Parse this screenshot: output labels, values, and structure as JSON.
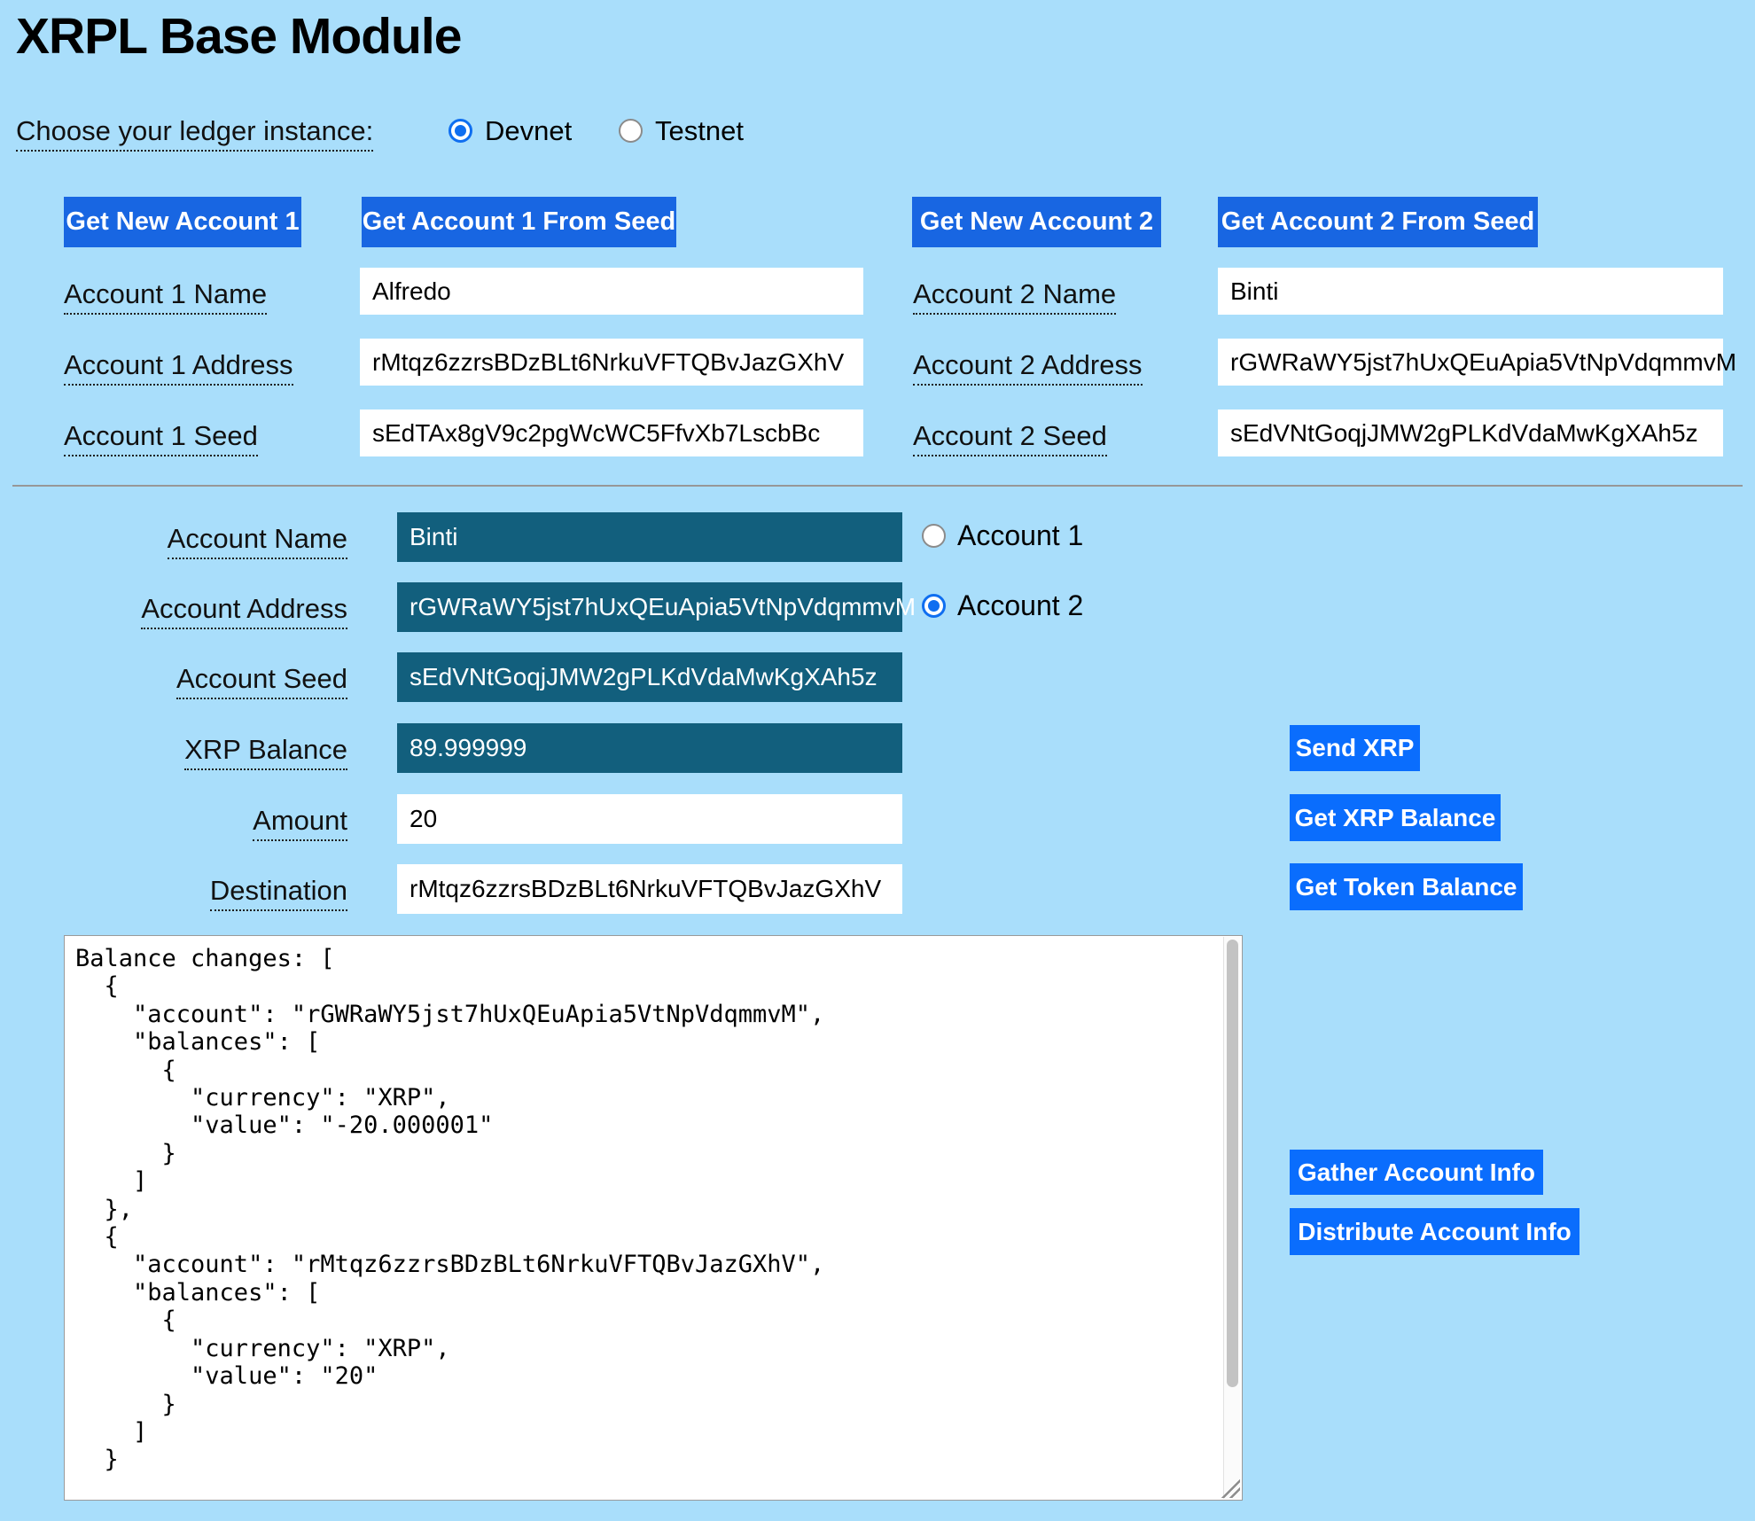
{
  "page": {
    "title": "XRPL Base Module"
  },
  "colors": {
    "background": "#a9defb",
    "button_blue_dark": "#1866e2",
    "button_blue_bright": "#0a6dfd",
    "field_teal": "#125f7d"
  },
  "ledger": {
    "label": "Choose your ledger instance:",
    "options": [
      {
        "label": "Devnet",
        "selected": true
      },
      {
        "label": "Testnet",
        "selected": false
      }
    ]
  },
  "account1": {
    "new_button": "Get New Account 1",
    "from_seed_button": "Get Account 1 From Seed",
    "name_label": "Account 1 Name",
    "name_value": "Alfredo",
    "address_label": "Account 1 Address",
    "address_value": "rMtqz6zzrsBDzBLt6NrkuVFTQBvJazGXhV",
    "seed_label": "Account 1 Seed",
    "seed_value": "sEdTAx8gV9c2pgWcWC5FfvXb7LscbBc"
  },
  "account2": {
    "new_button": "Get New Account 2",
    "from_seed_button": "Get Account 2 From Seed",
    "name_label": "Account 2 Name",
    "name_value": "Binti",
    "address_label": "Account 2 Address",
    "address_value": "rGWRaWY5jst7hUxQEuApia5VtNpVdqmmvM",
    "seed_label": "Account 2 Seed",
    "seed_value": "sEdVNtGoqjJMW2gPLKdVdaMwKgXAh5z"
  },
  "selected_account": {
    "rows": [
      {
        "label": "Account Name",
        "value": "Binti"
      },
      {
        "label": "Account Address",
        "value": "rGWRaWY5jst7hUxQEuApia5VtNpVdqmmvM"
      },
      {
        "label": "Account Seed",
        "value": "sEdVNtGoqjJMW2gPLKdVdaMwKgXAh5z"
      },
      {
        "label": "XRP Balance",
        "value": "89.999999"
      },
      {
        "label": "Amount",
        "value": "20"
      },
      {
        "label": "Destination",
        "value": "rMtqz6zzrsBDzBLt6NrkuVFTQBvJazGXhV"
      }
    ],
    "radios": [
      {
        "label": "Account 1",
        "selected": false
      },
      {
        "label": "Account 2",
        "selected": true
      }
    ]
  },
  "actions": {
    "send_xrp": "Send XRP",
    "get_xrp_balance": "Get XRP Balance",
    "get_token_balance": "Get Token Balance",
    "gather_info": "Gather Account Info",
    "distribute_info": "Distribute Account Info"
  },
  "results": {
    "content": "Balance changes: [\n  {\n    \"account\": \"rGWRaWY5jst7hUxQEuApia5VtNpVdqmmvM\",\n    \"balances\": [\n      {\n        \"currency\": \"XRP\",\n        \"value\": \"-20.000001\"\n      }\n    ]\n  },\n  {\n    \"account\": \"rMtqz6zzrsBDzBLt6NrkuVFTQBvJazGXhV\",\n    \"balances\": [\n      {\n        \"currency\": \"XRP\",\n        \"value\": \"20\"\n      }\n    ]\n  }"
  }
}
